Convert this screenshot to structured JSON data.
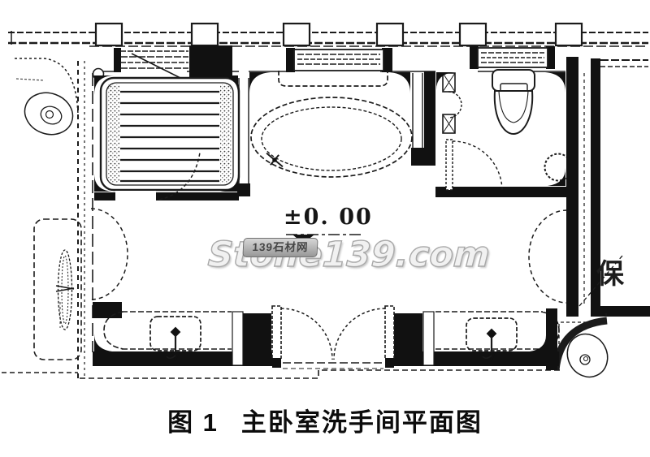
{
  "figure": {
    "caption_prefix": "图 1",
    "caption_title": "主卧室洗手间平面图"
  },
  "plan": {
    "elevation_label": "±0. 00",
    "adjacent_room_label": "保"
  },
  "watermark": {
    "badge_text": "139石材网",
    "site_text": "Stone139.com"
  },
  "colors": {
    "ink": "#1b1b1b",
    "paper": "#ffffff",
    "watermark_fill": "#f1f1f1",
    "watermark_outline": "#a9a9a9",
    "badge_background": "#b6b6b6",
    "badge_border": "#6f6f6f",
    "badge_text_color": "#454545"
  }
}
